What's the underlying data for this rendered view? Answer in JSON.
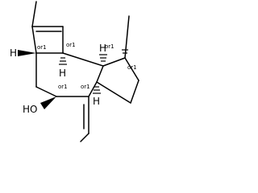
{
  "molecule": {
    "atom_labels": {
      "hydroxyl": "HO",
      "h_c1": "H",
      "h_c3": "H",
      "h_c4": "H",
      "h_c6": "H"
    },
    "stereo_labels": {
      "c1": "or1",
      "c2": "or1",
      "c3": "or1",
      "c4": "or1",
      "c5": "or1",
      "c6": "or1"
    }
  }
}
